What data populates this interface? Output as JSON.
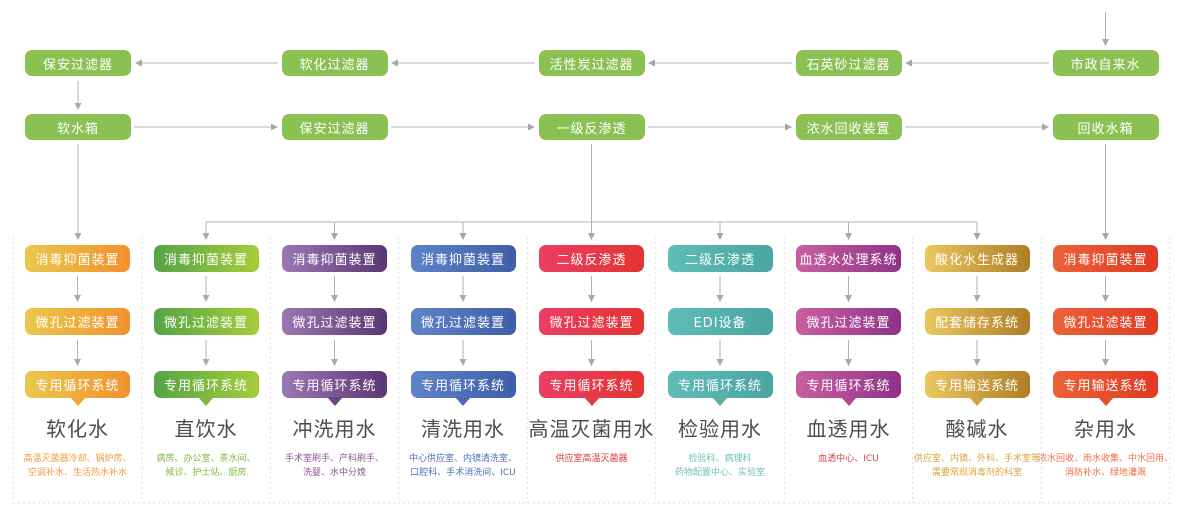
{
  "top_flow": {
    "box_color": "#8BC152",
    "row1": [
      "保安过滤器",
      "软化过滤器",
      "活性炭过滤器",
      "石英砂过滤器",
      "市政自来水"
    ],
    "row2": [
      "软水箱",
      "保安过滤器",
      "一级反渗透",
      "浓水回收装置",
      "回收水箱"
    ]
  },
  "columns": [
    {
      "title": "软化水",
      "boxes": [
        "消毒抑菌装置",
        "微孔过滤装置",
        "专用循环系统"
      ],
      "desc": [
        "高温灭菌器冷却、锅炉房、",
        "空调补水、生活热水补水"
      ],
      "grad_from": "#E9C84D",
      "grad_to": "#F2912D",
      "tail": "#EFA83C",
      "desc_color": "#F29B3B"
    },
    {
      "title": "直饮水",
      "boxes": [
        "消毒抑菌装置",
        "微孔过滤装置",
        "专用循环系统"
      ],
      "desc": [
        "病房、办公室、茶水间、",
        "候诊、护士站、厨房"
      ],
      "grad_from": "#55A447",
      "grad_to": "#A5CD39",
      "tail": "#7DB940",
      "desc_color": "#82B841"
    },
    {
      "title": "冲洗用水",
      "boxes": [
        "消毒抑菌装置",
        "微孔过滤装置",
        "专用循环系统"
      ],
      "desc": [
        "手术室刷手、产科刷手、",
        "洗婴、水中分娩"
      ],
      "grad_from": "#9B77B3",
      "grad_to": "#5A3672",
      "tail": "#6B4682",
      "desc_color": "#8A5693"
    },
    {
      "title": "清洗用水",
      "boxes": [
        "消毒抑菌装置",
        "微孔过滤装置",
        "专用循环系统"
      ],
      "desc": [
        "中心供应室、内镜清洗室、",
        "口腔科、手术消洗间、ICU"
      ],
      "grad_from": "#5F83C8",
      "grad_to": "#3E5EA9",
      "tail": "#4B6DB5",
      "desc_color": "#4D6CB8"
    },
    {
      "title": "高温灭菌用水",
      "boxes": [
        "二级反渗透",
        "微孔过滤装置",
        "专用循环系统"
      ],
      "desc": [
        "供应室高温灭菌器"
      ],
      "grad_from": "#EA3E63",
      "grad_to": "#E53331",
      "tail": "#E8394A",
      "desc_color": "#E23737"
    },
    {
      "title": "检验用水",
      "boxes": [
        "二级反渗透",
        "EDI设备",
        "专用循环系统"
      ],
      "desc": [
        "检验科、病理科",
        "药物配置中心、实验室"
      ],
      "grad_from": "#5FBDB7",
      "grad_to": "#4AA5A1",
      "tail": "#54B1AC",
      "desc_color": "#6FC0B8"
    },
    {
      "title": "血透用水",
      "boxes": [
        "血透水处理系统",
        "微孔过滤装置",
        "专用循环系统"
      ],
      "desc": [
        "血透中心、ICU"
      ],
      "grad_from": "#C85FA2",
      "grad_to": "#8F3387",
      "tail": "#AC4994",
      "desc_color": "#E2404B"
    },
    {
      "title": "酸碱水",
      "boxes": [
        "酸化水生成器",
        "配套储存系统",
        "专用输送系统"
      ],
      "desc": [
        "供应室、内镜、外科、手术室等",
        "需要常规消毒剂的科室"
      ],
      "grad_from": "#EBC75F",
      "grad_to": "#AF7D26",
      "tail": "#CDA243",
      "desc_color": "#DDA33E"
    },
    {
      "title": "杂用水",
      "boxes": [
        "消毒抑菌装置",
        "微孔过滤装置",
        "专用输送系统"
      ],
      "desc": [
        "浓水回收、雨水收集、中水回用、",
        "消防补水、绿地灌溉"
      ],
      "grad_from": "#EC6138",
      "grad_to": "#E13A23",
      "tail": "#E74E2E",
      "desc_color": "#EE6E41"
    }
  ],
  "style": {
    "connector_color": "#B3B3B3",
    "arrowhead_color": "#A8A8A8",
    "dash_color": "#DEDEDE",
    "title_color": "#4D4D4D"
  }
}
